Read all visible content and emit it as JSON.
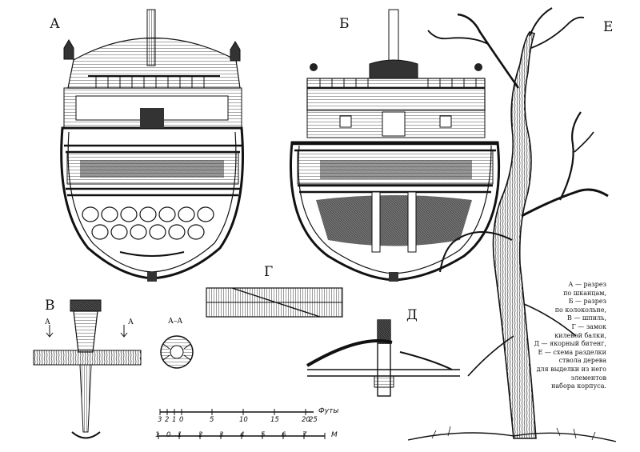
{
  "labels": {
    "a": "А",
    "b": "Б",
    "v": "В",
    "g": "Г",
    "d": "Д",
    "e": "Е",
    "section_aa": "А–А",
    "arrow_a_left": "А",
    "arrow_a_right": "А"
  },
  "legend": [
    "А — разрез",
    "по шканцам,",
    "Б — разрез",
    "по колокольне,",
    "В — шпиль,",
    "Г — замок",
    "килевой балки,",
    "Д — якорный битенг,",
    "Е — схема разделки",
    "ствола дерева",
    "для выделки из него",
    "элементов",
    "набора корпуса."
  ],
  "scale_feet": {
    "ticks": [
      "3",
      "2",
      "1",
      "0",
      "5",
      "10",
      "15",
      "20",
      "25"
    ],
    "unit": "Футы"
  },
  "scale_meters": {
    "ticks": [
      "1",
      "0",
      "1",
      "2",
      "3",
      "4",
      "5",
      "6",
      "7"
    ],
    "unit": "М"
  }
}
